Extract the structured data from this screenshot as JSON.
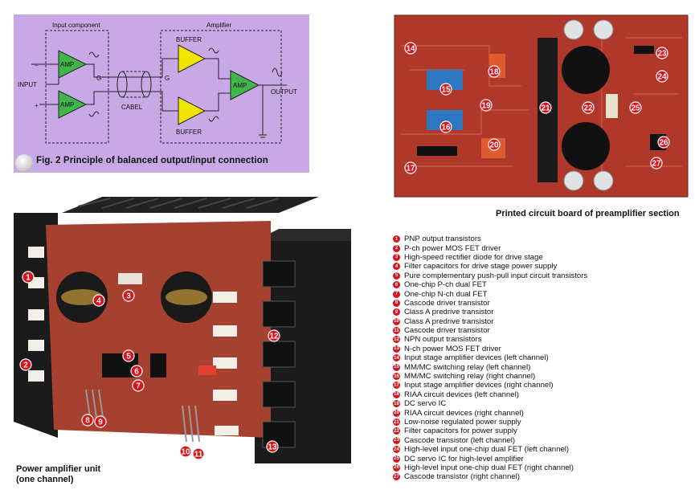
{
  "figure2": {
    "caption": "Fig. 2  Principle of balanced output/input connection",
    "labels": {
      "input_component": "Input component",
      "amplifier": "Amplifier",
      "input": "INPUT",
      "output": "OUTPUT",
      "cabel": "CABEL",
      "buffer_top": "BUFFER",
      "buffer_bottom": "BUFFER",
      "amp": "AMP",
      "plus": "+",
      "minus": "−",
      "ground": "G"
    }
  },
  "pcb_caption": "Printed circuit board of preamplifier section",
  "amp_caption_line1": "Power amplifier unit",
  "amp_caption_line2": "(one channel)",
  "legend": [
    {
      "n": "1",
      "text": "PNP output transistors"
    },
    {
      "n": "2",
      "text": "P-ch power MOS FET driver"
    },
    {
      "n": "3",
      "text": "High-speed rectifier diode for drive stage"
    },
    {
      "n": "4",
      "text": "Filter capacitors for drive stage power supply"
    },
    {
      "n": "5",
      "text": "Pure complementary push-pull input circuit transistors"
    },
    {
      "n": "6",
      "text": "One-chip P-ch dual FET"
    },
    {
      "n": "7",
      "text": "One-chip N-ch dual FET"
    },
    {
      "n": "8",
      "text": "Cascode driver transistor"
    },
    {
      "n": "9",
      "text": "Class A predrive transistor"
    },
    {
      "n": "10",
      "text": "Class A predrive transistor"
    },
    {
      "n": "11",
      "text": "Cascode driver transistor"
    },
    {
      "n": "12",
      "text": "NPN output transistors"
    },
    {
      "n": "13",
      "text": "N-ch power MOS FET driver"
    },
    {
      "n": "14",
      "text": "Input stage amplifier devices (left channel)"
    },
    {
      "n": "15",
      "text": "MM/MC switching relay (left channel)"
    },
    {
      "n": "16",
      "text": "MM/MC switching relay (right channel)"
    },
    {
      "n": "17",
      "text": "Input stage amplifier devices (right channel)"
    },
    {
      "n": "18",
      "text": "RIAA circuit devices (left channel)"
    },
    {
      "n": "19",
      "text": "DC servo IC"
    },
    {
      "n": "20",
      "text": "RIAA circuit devices (right channel)"
    },
    {
      "n": "21",
      "text": "Low-noise regulated power supply"
    },
    {
      "n": "22",
      "text": "Filter capacitors for power supply"
    },
    {
      "n": "23",
      "text": "Cascode transistor (left channel)"
    },
    {
      "n": "24",
      "text": "High-level input one-chip dual FET (left channel)"
    },
    {
      "n": "25",
      "text": "DC servo IC for high-level amplifier"
    },
    {
      "n": "26",
      "text": "High-level input one-chip dual FET (right channel)"
    },
    {
      "n": "27",
      "text": "Cascode transistor (right channel)"
    }
  ],
  "pcb_markers": [
    "14",
    "15",
    "16",
    "17",
    "18",
    "19",
    "20",
    "21",
    "22",
    "23",
    "24",
    "25",
    "26",
    "27"
  ],
  "amp_markers": [
    "1",
    "2",
    "3",
    "4",
    "5",
    "6",
    "7",
    "8",
    "9",
    "10",
    "11",
    "12",
    "13"
  ],
  "colors": {
    "marker_red": "#d5141b",
    "panel_lilac": "#c9a8e6",
    "buffer_yellow": "#f2e600",
    "amp_green": "#3fb54a",
    "pcb_red": "#b0382a",
    "heatsink": "#1b1b1b"
  }
}
